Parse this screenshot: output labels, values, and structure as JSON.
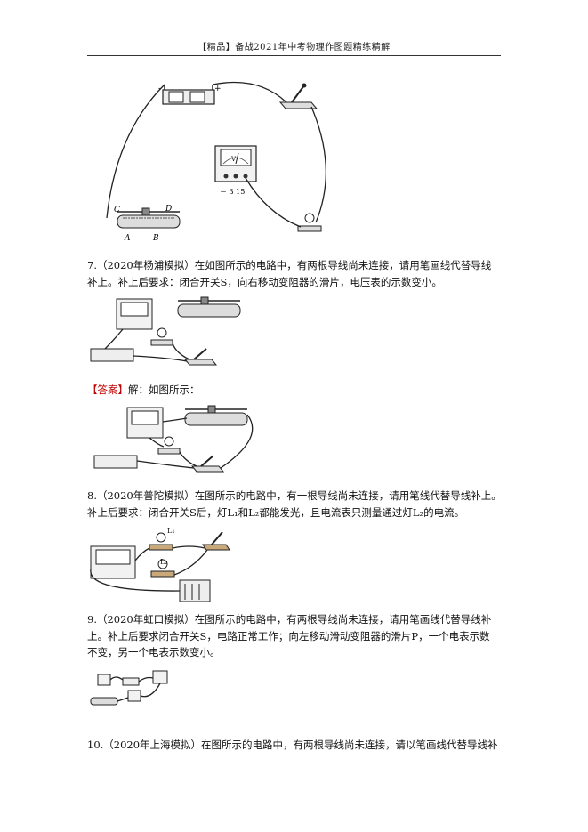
{
  "header": {
    "title": "【精品】备战2021年中考物理作图题精练精解"
  },
  "figure_labels": {
    "battery_minus": "-",
    "battery_plus": "+",
    "rheostat_c": "C",
    "rheostat_d": "D",
    "rheostat_a": "A",
    "rheostat_b": "B",
    "voltmeter_face": "V",
    "voltmeter_terminals": "－ 3 15",
    "lamp1": "L₁",
    "lamp2": "L₂"
  },
  "questions": [
    {
      "line1": "7.（2020年杨浦模拟）在如图所示的电路中，有两根导线尚未连接，请用笔画线代替导线",
      "line2": "补上。补上后要求：闭合开关S，向右移动变阻器的滑片，电压表的示数变小。"
    },
    {
      "line1": "8.（2020年普陀模拟）在图所示的电路中，有一根导线尚未连接，请用笔线代替导线补上。",
      "line2": "补上后要求：闭合开关S后，灯L₁和L₂都能发光，且电流表只测量通过灯L₂的电流。"
    },
    {
      "line1": "9.（2020年虹口模拟）在图所示的电路中，有两根导线尚未连接，请用笔画线代替导线补",
      "line2": "上。补上后要求闭合开关S，电路正常工作；向左移动滑动变阻器的滑片P，一个电表示数",
      "line3": "不变，另一个电表示数变小。"
    },
    {
      "line1": "10.（2020年上海模拟）在图所示的电路中，有两根导线尚未连接，请以笔画线代替导线补"
    }
  ],
  "answer": {
    "label": "【答案】",
    "text": "解：如图所示："
  }
}
